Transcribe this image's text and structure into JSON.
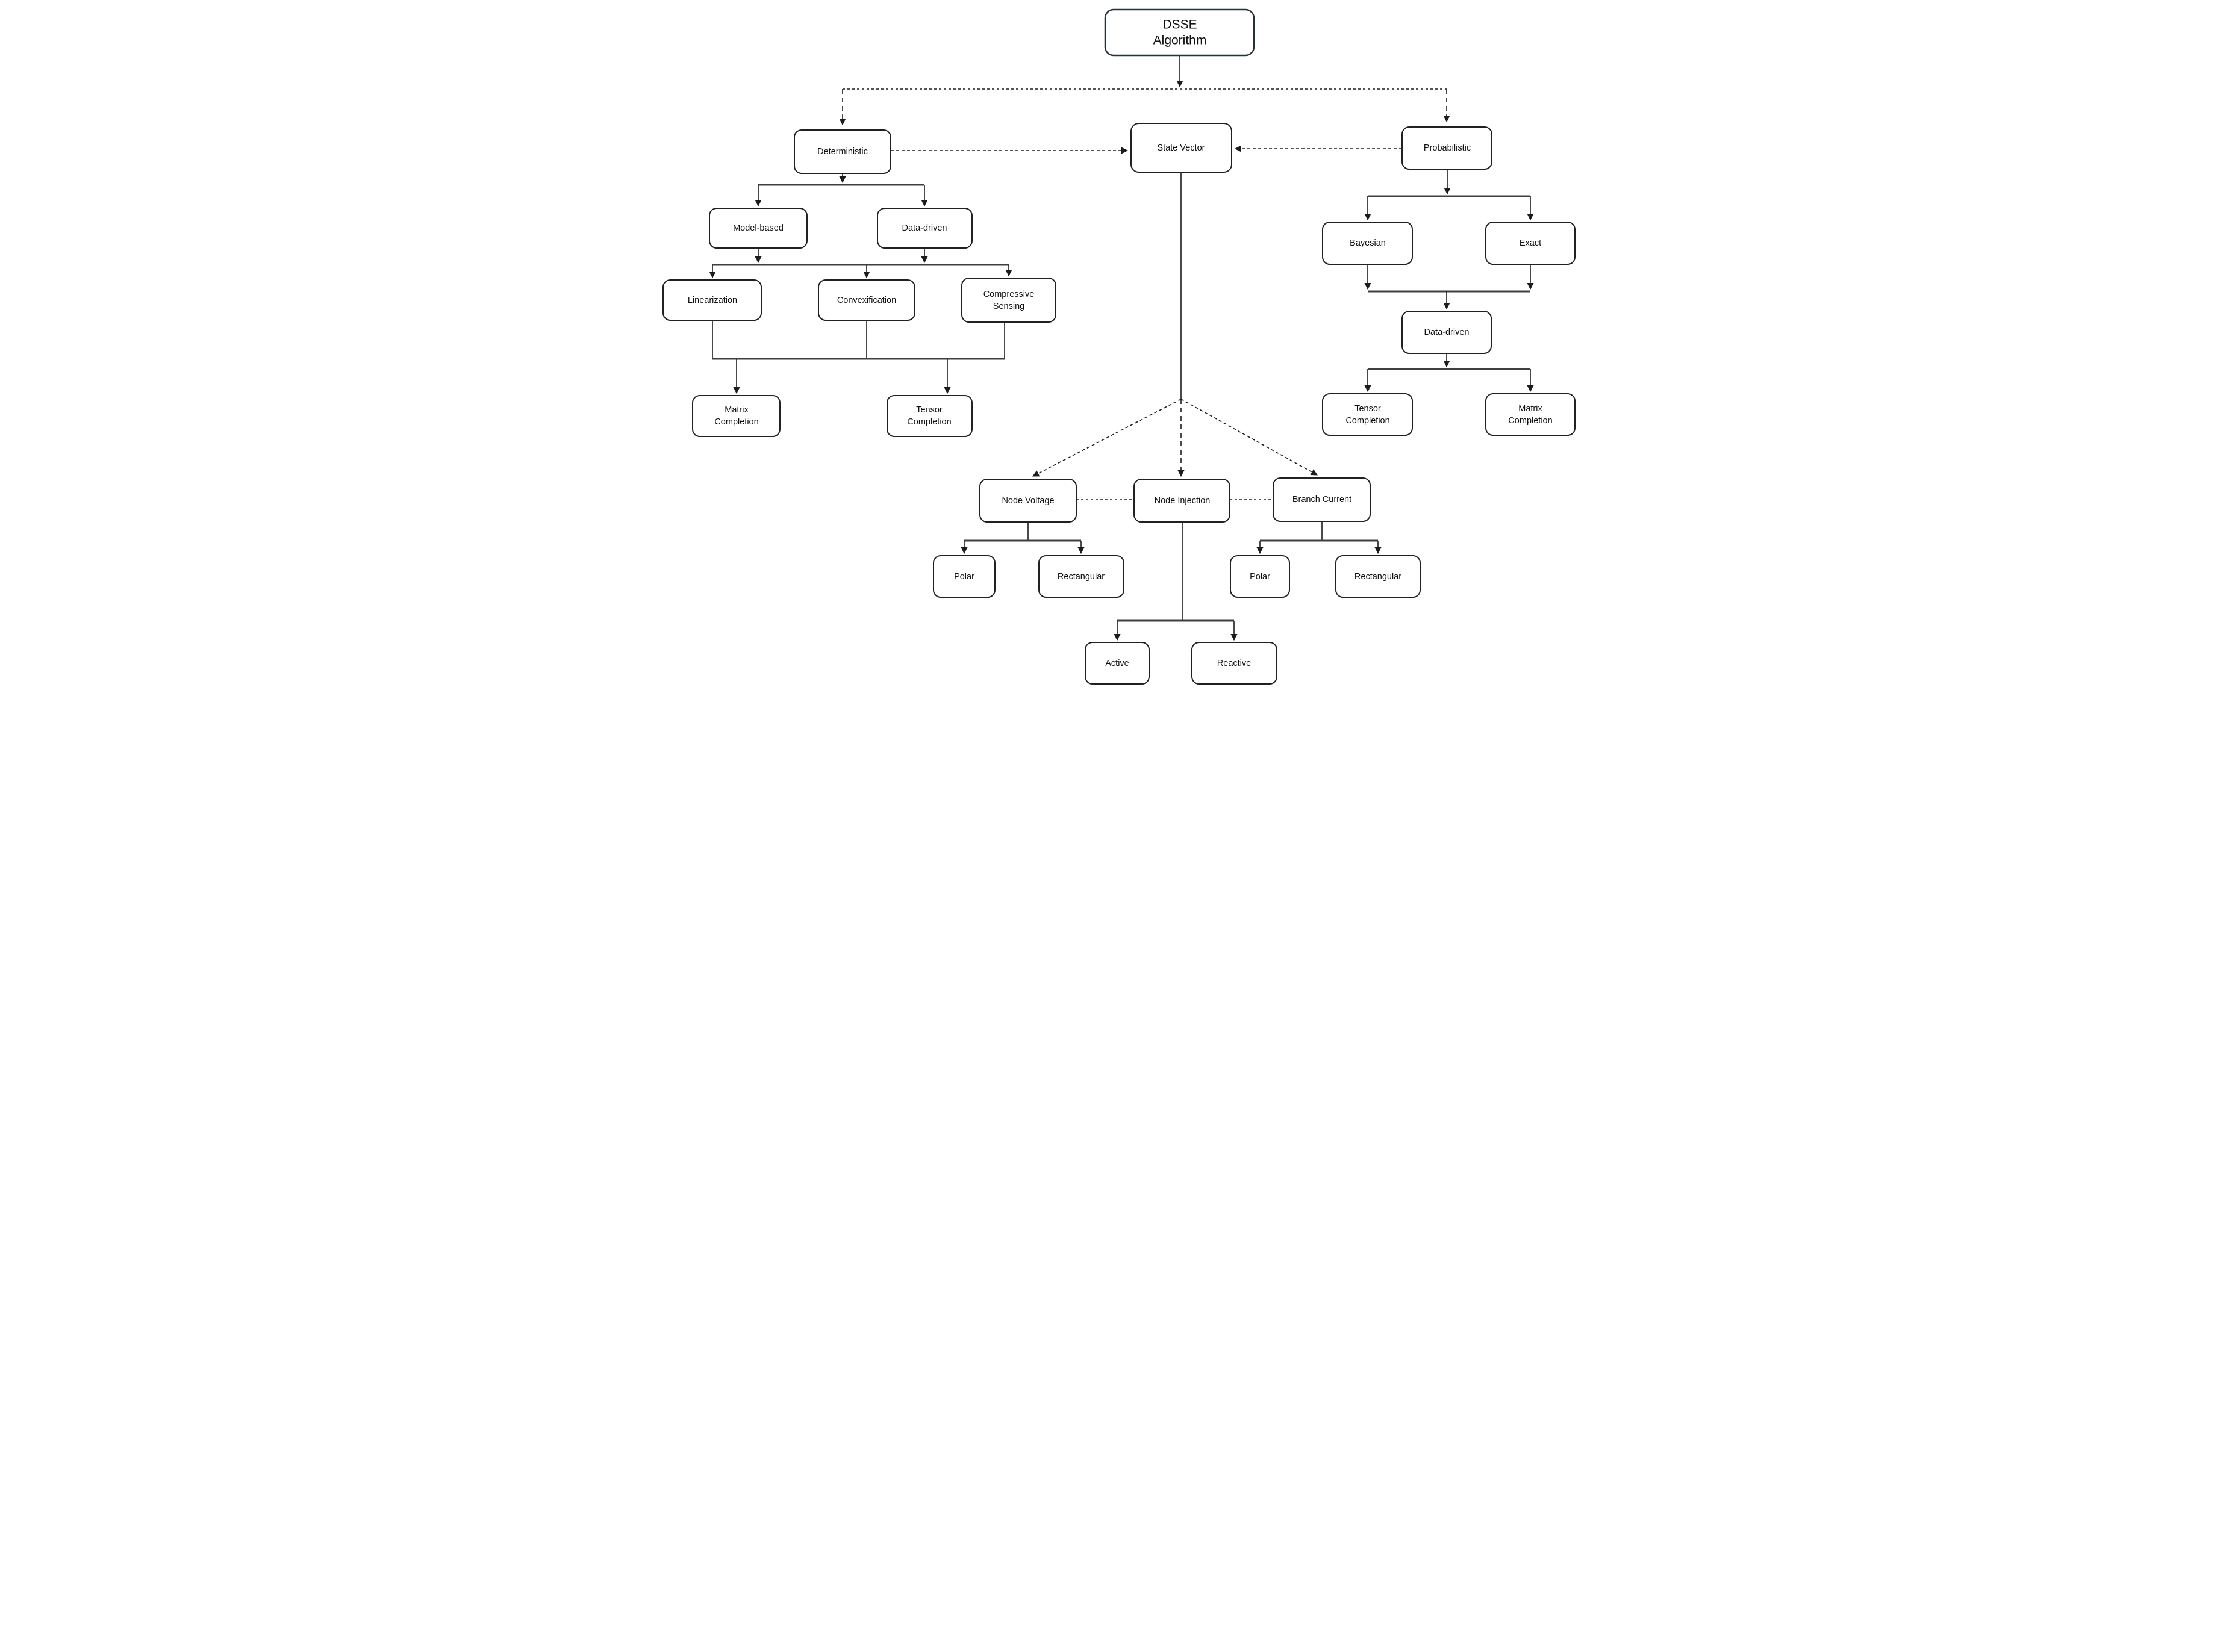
{
  "diagram": {
    "title": "DSSE Algorithm classification flowchart",
    "colors": {
      "root_fill": "#cfe2f3",
      "root_stroke": "#263238",
      "box_fill": "#ffffff",
      "box_stroke": "#212121",
      "line": "#1c1c1c"
    },
    "nodes": {
      "dsse": {
        "lines": [
          "DSSE",
          "Algorithm"
        ]
      },
      "deterministic": {
        "lines": [
          "Deterministic"
        ]
      },
      "state_vector": {
        "lines": [
          "State Vector"
        ]
      },
      "probabilistic": {
        "lines": [
          "Probabilistic"
        ]
      },
      "model_based": {
        "lines": [
          "Model-based"
        ]
      },
      "data_driven_left": {
        "lines": [
          "Data-driven"
        ]
      },
      "linearization": {
        "lines": [
          "Linearization"
        ]
      },
      "convexification": {
        "lines": [
          "Convexification"
        ]
      },
      "compressive_sensing": {
        "lines": [
          "Compressive",
          "Sensing"
        ]
      },
      "matrix_completion_left": {
        "lines": [
          "Matrix",
          "Completion"
        ]
      },
      "tensor_completion_left": {
        "lines": [
          "Tensor",
          "Completion"
        ]
      },
      "bayesian": {
        "lines": [
          "Bayesian"
        ]
      },
      "exact": {
        "lines": [
          "Exact"
        ]
      },
      "data_driven_right": {
        "lines": [
          "Data-driven"
        ]
      },
      "tensor_completion_right": {
        "lines": [
          "Tensor",
          "Completion"
        ]
      },
      "matrix_completion_right": {
        "lines": [
          "Matrix",
          "Completion"
        ]
      },
      "node_voltage": {
        "lines": [
          "Node Voltage"
        ]
      },
      "node_injection": {
        "lines": [
          "Node Injection"
        ]
      },
      "branch_current": {
        "lines": [
          "Branch Current"
        ]
      },
      "polar_left": {
        "lines": [
          "Polar"
        ]
      },
      "rectangular_left": {
        "lines": [
          "Rectangular"
        ]
      },
      "polar_right": {
        "lines": [
          "Polar"
        ]
      },
      "rectangular_right": {
        "lines": [
          "Rectangular"
        ]
      },
      "active": {
        "lines": [
          "Active"
        ]
      },
      "reactive": {
        "lines": [
          "Reactive"
        ]
      }
    }
  }
}
